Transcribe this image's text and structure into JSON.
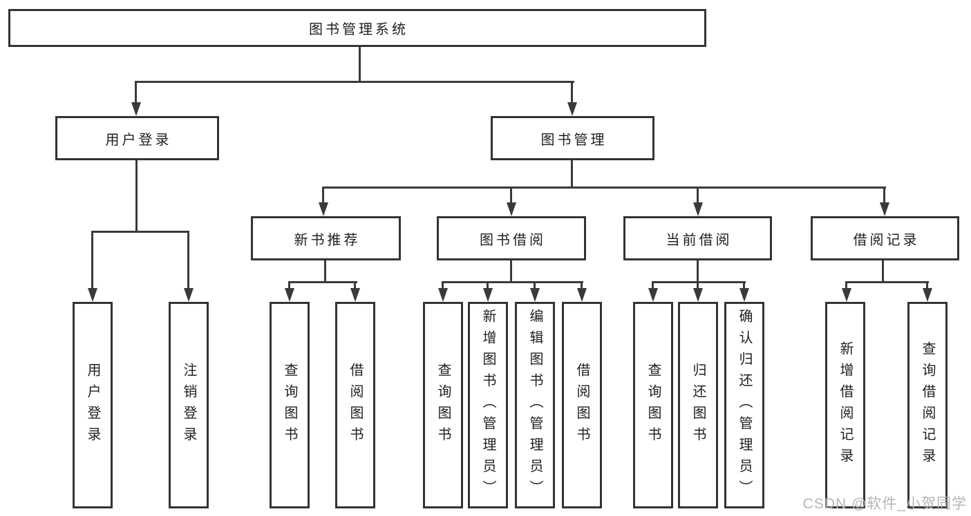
{
  "colors": {
    "background": "#ffffff",
    "line": "#3a3a3a",
    "box_border": "#333333",
    "text": "#1f1f1f",
    "watermark": "#b5b5b5"
  },
  "diagram": {
    "title": "图书管理系统",
    "user_branch": {
      "label": "用户登录",
      "children": [
        {
          "label": "用户登录"
        },
        {
          "label": "注销登录"
        }
      ]
    },
    "management_branch": {
      "label": "图书管理",
      "sections": [
        {
          "label": "新书推荐",
          "children": [
            {
              "label": "查询图书"
            },
            {
              "label": "借阅图书"
            }
          ]
        },
        {
          "label": "图书借阅",
          "children": [
            {
              "label": "查询图书"
            },
            {
              "label": "新增图书（管理员）"
            },
            {
              "label": "编辑图书（管理员）"
            },
            {
              "label": "借阅图书"
            }
          ]
        },
        {
          "label": "当前借阅",
          "children": [
            {
              "label": "查询图书"
            },
            {
              "label": "归还图书"
            },
            {
              "label": "确认归还（管理员）"
            }
          ]
        },
        {
          "label": "借阅记录",
          "children": [
            {
              "label": "新增借阅记录"
            },
            {
              "label": "查询借阅记录"
            }
          ]
        }
      ]
    }
  },
  "watermark": {
    "text": "CSDN @软件_小贺同学"
  }
}
